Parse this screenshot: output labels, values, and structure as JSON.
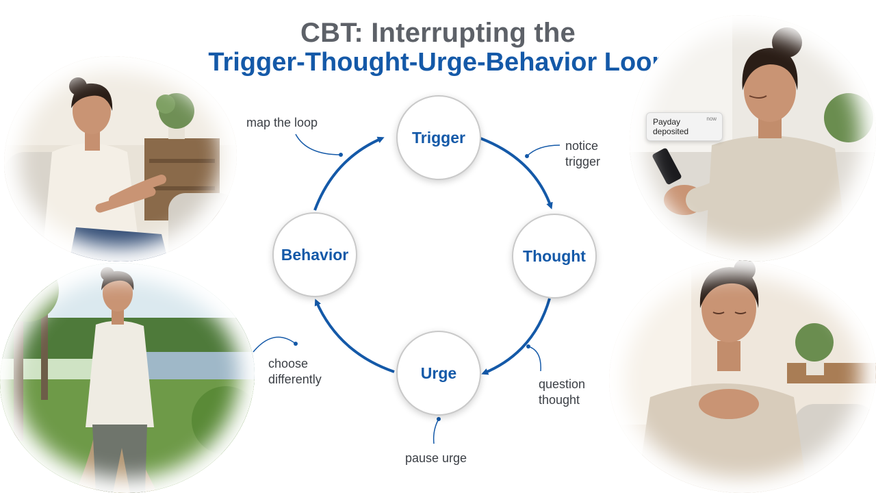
{
  "title": {
    "line1": "CBT: Interrupting the",
    "line2": "Trigger-Thought-Urge-Behavior Loop"
  },
  "loop": {
    "nodes": [
      {
        "id": "trigger",
        "label": "Trigger"
      },
      {
        "id": "thought",
        "label": "Thought"
      },
      {
        "id": "urge",
        "label": "Urge"
      },
      {
        "id": "behavior",
        "label": "Behavior"
      }
    ]
  },
  "annotations": {
    "map_loop": "map the loop",
    "notice_trigger_1": "notice",
    "notice_trigger_2": "trigger",
    "question_thought_1": "question",
    "question_thought_2": "thought",
    "pause_urge": "pause urge",
    "choose_differently_1": "choose",
    "choose_differently_2": "differently"
  },
  "notification": {
    "line1": "Payday",
    "line2": "deposited",
    "time": "now"
  },
  "colors": {
    "accent": "#1459a8",
    "title_gray": "#5d6168"
  },
  "photos": [
    {
      "id": "therapy-session",
      "icon": "woman-talking-photo"
    },
    {
      "id": "phone-check",
      "icon": "woman-with-phone-photo"
    },
    {
      "id": "nature-walk",
      "icon": "woman-walking-photo"
    },
    {
      "id": "calm-breathing",
      "icon": "woman-meditating-photo"
    }
  ]
}
